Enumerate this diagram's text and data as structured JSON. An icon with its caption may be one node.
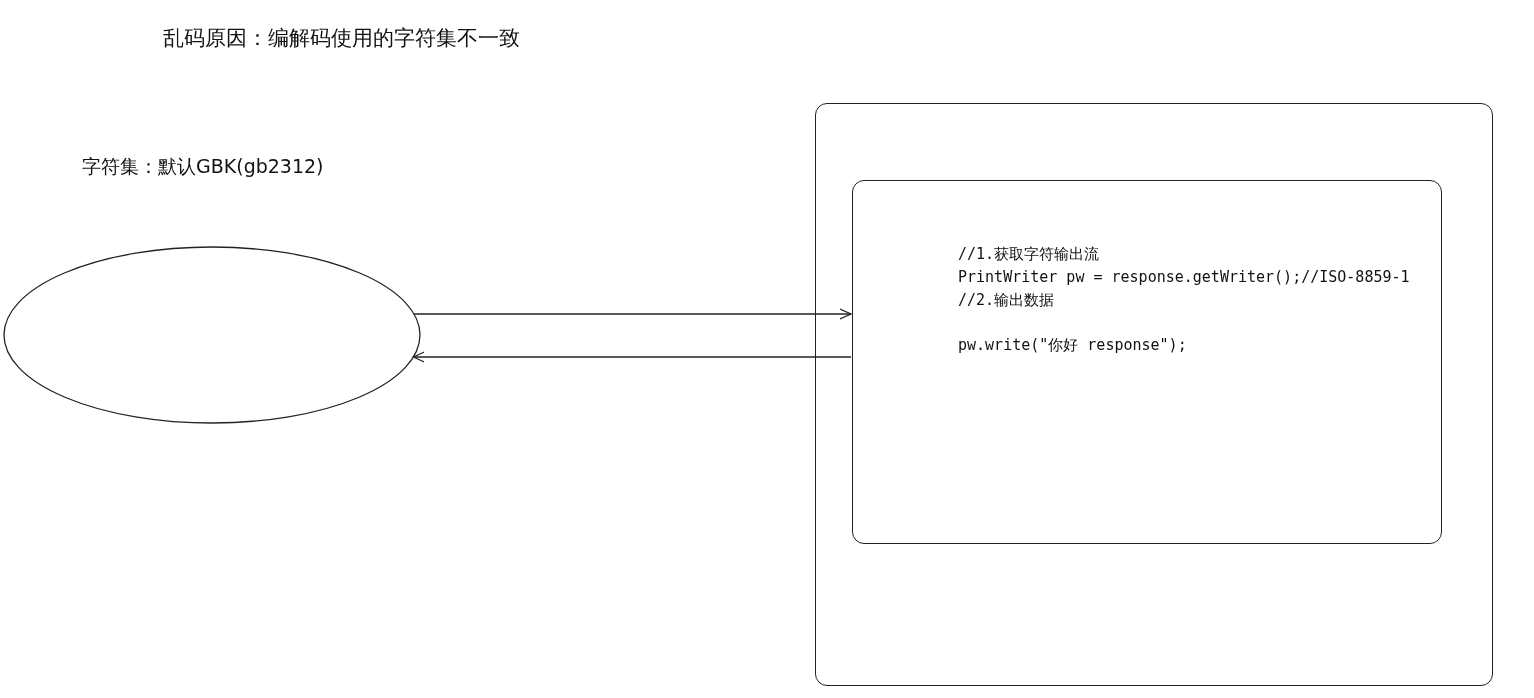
{
  "diagram": {
    "title": "乱码原因：编解码使用的字符集不一致",
    "nodes": [
      {
        "text": [],
        "shape": "ellipse"
      },
      {
        "text": [],
        "shape": "box"
      },
      {
        "text": [
          "//1.获取字符输出流",
          "PrintWriter pw = response.getWriter();//ISO-8859-1",
          "//2.输出数据",
          "pw.write(\"你好 response\");"
        ],
        "in": 1
      }
    ],
    "edges": [
      {
        "from": 0,
        "to": 2,
        "arrow": "to"
      },
      {
        "from": 2,
        "to": 0,
        "arrow": "to"
      }
    ],
    "labels": [
      "字符集：默认GBK(gb2312)"
    ]
  }
}
